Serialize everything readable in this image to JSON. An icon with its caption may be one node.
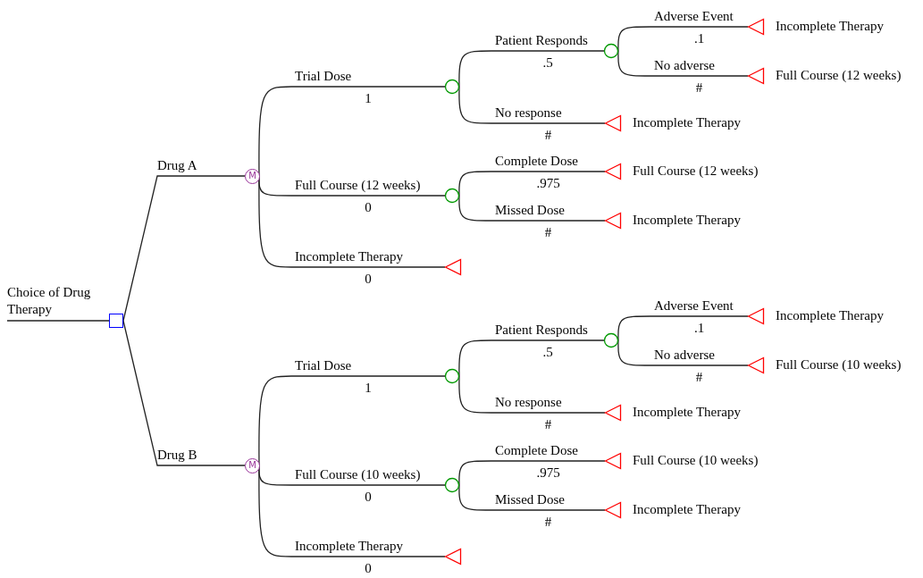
{
  "diagram": {
    "nodes": [
      {
        "text": [],
        "shape": "box"
      },
      {
        "text": [
          "M"
        ]
      },
      {
        "text": [],
        "shape": "circle"
      },
      {
        "text": [],
        "shape": "circle"
      },
      {
        "text": [],
        "shape": "triangle",
        "beside": [
          "Incomplete Therapy"
        ]
      },
      {
        "text": [],
        "shape": "triangle",
        "beside": [
          "Full Course (12 weeks)"
        ]
      },
      {
        "text": [],
        "shape": "triangle",
        "beside": [
          "Incomplete Therapy"
        ]
      },
      {
        "text": [],
        "shape": "circle"
      },
      {
        "text": [],
        "shape": "triangle",
        "beside": [
          "Full Course (12 weeks)"
        ]
      },
      {
        "text": [],
        "shape": "triangle",
        "beside": [
          "Incomplete Therapy"
        ]
      },
      {
        "text": [],
        "shape": "triangle"
      },
      {
        "text": [
          "M"
        ]
      },
      {
        "text": [],
        "shape": "circle"
      },
      {
        "text": [],
        "shape": "circle"
      },
      {
        "text": [],
        "shape": "triangle",
        "beside": [
          "Incomplete Therapy"
        ]
      },
      {
        "text": [],
        "shape": "triangle",
        "beside": [
          "Full Course (10 weeks)"
        ]
      },
      {
        "text": [],
        "shape": "triangle",
        "beside": [
          "Incomplete Therapy"
        ]
      },
      {
        "text": [],
        "shape": "circle"
      },
      {
        "text": [],
        "shape": "triangle",
        "beside": [
          "Full Course (10 weeks)"
        ]
      },
      {
        "text": [],
        "shape": "triangle",
        "beside": [
          "Incomplete Therapy"
        ]
      },
      {
        "text": [],
        "shape": "triangle"
      }
    ],
    "edges": [
      {
        "from": null,
        "to": 0,
        "arrow": "none",
        "label": "Choice of Drug Therapy"
      },
      {
        "from": 0,
        "to": 1,
        "arrow": "none",
        "label": "Drug A"
      },
      {
        "from": 1,
        "to": 2,
        "arrow": "none",
        "label": "Trial Dose"
      },
      {
        "from": 2,
        "to": 3,
        "arrow": "none",
        "label": "Patient Responds"
      },
      {
        "from": 3,
        "to": 4,
        "arrow": "none",
        "label": "Adverse Event"
      },
      {
        "from": 3,
        "to": 5,
        "arrow": "none",
        "label": "No adverse"
      },
      {
        "from": 2,
        "to": 6,
        "arrow": "none",
        "label": "No response"
      },
      {
        "from": 1,
        "to": 7,
        "arrow": "none",
        "label": "Full Course (12 weeks)"
      },
      {
        "from": 7,
        "to": 8,
        "arrow": "none",
        "label": "Complete Dose"
      },
      {
        "from": 7,
        "to": 9,
        "arrow": "none",
        "label": "Missed Dose"
      },
      {
        "from": 1,
        "to": 10,
        "arrow": "none",
        "label": "Incomplete Therapy"
      },
      {
        "from": 0,
        "to": 11,
        "arrow": "none",
        "label": "Drug B"
      },
      {
        "from": 11,
        "to": 12,
        "arrow": "none",
        "label": "Trial Dose"
      },
      {
        "from": 12,
        "to": 13,
        "arrow": "none",
        "label": "Patient Responds"
      },
      {
        "from": 13,
        "to": 14,
        "arrow": "none",
        "label": "Adverse Event"
      },
      {
        "from": 13,
        "to": 15,
        "arrow": "none",
        "label": "No adverse"
      },
      {
        "from": 12,
        "to": 16,
        "arrow": "none",
        "label": "No response"
      },
      {
        "from": 11,
        "to": 17,
        "arrow": "none",
        "label": "Full Course (10 weeks)"
      },
      {
        "from": 17,
        "to": 18,
        "arrow": "none",
        "label": "Complete Dose"
      },
      {
        "from": 17,
        "to": 19,
        "arrow": "none",
        "label": "Missed Dose"
      },
      {
        "from": 11,
        "to": 20,
        "arrow": "none",
        "label": "Incomplete Therapy"
      }
    ],
    "labels": [
      "1",
      ".5",
      ".1",
      "#",
      "#",
      "0",
      ".975",
      "#",
      "0",
      "1",
      ".5",
      ".1",
      "#",
      "#",
      "0",
      ".975",
      "#",
      "0"
    ]
  }
}
